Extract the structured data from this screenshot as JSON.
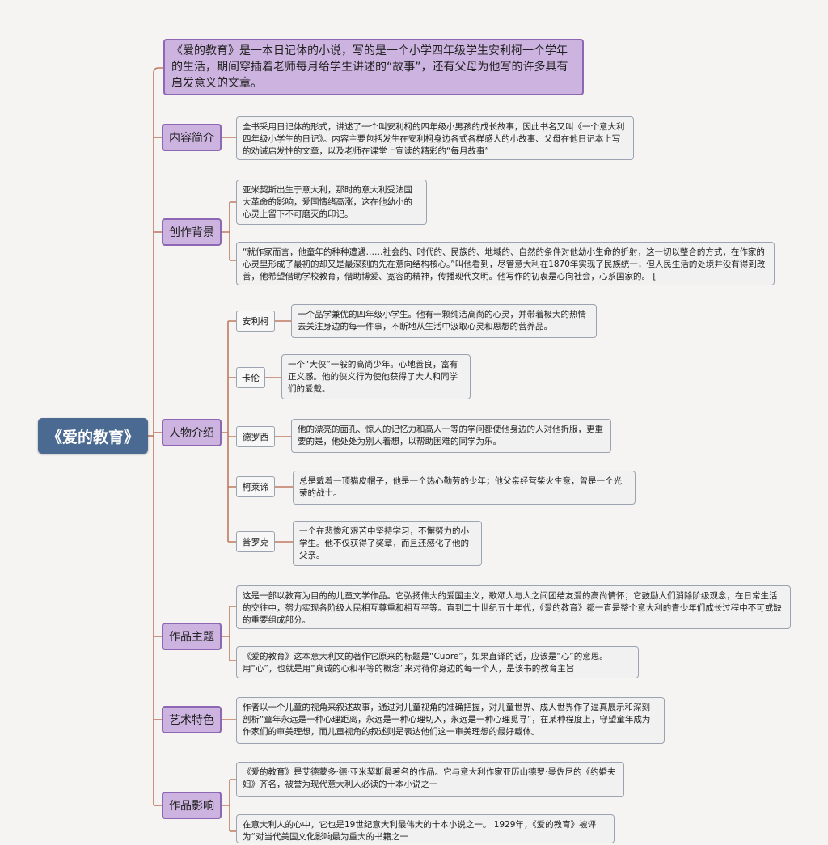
{
  "root": {
    "label": "《爱的教育》"
  },
  "intro": "《爱的教育》是一本日记体的小说，写的是一个小学四年级学生安利柯一个学年的生活，期间穿插着老师每月给学生讲述的“故事”，还有父母为他写的许多具有启发意义的文章。",
  "sections": {
    "summary": {
      "label": "内容简介",
      "text": "全书采用日记体的形式，讲述了一个叫安利柯的四年级小男孩的成长故事，因此书名又叫《一个意大利四年级小学生的日记》。内容主要包括发生在安利柯身边各式各样感人的小故事、父母在他日记本上写的劝诫启发性的文章，以及老师在课堂上宣读的精彩的“每月故事”"
    },
    "background": {
      "label": "创作背景",
      "text1": "亚米契斯出生于意大利，那时的意大利受法国大革命的影响，爱国情绪高涨，这在他幼小的心灵上留下不可磨灭的印记。",
      "text2": "“就作家而言，他童年的种种遭遇……社会的、时代的、民族的、地域的、自然的条件对他幼小生命的折射，这一切以整合的方式，在作家的心灵里形成了最初的却又是最深刻的先在意向结构核心。”叫他看到，尽管意大利在1870年实现了民族统一，但人民生活的处境并没有得到改善，他希望借助学校教育，借助博爱、宽容的精神，传播现代文明。他写作的初衷是心向社会，心系国家的。 ["
    },
    "characters": {
      "label": "人物介绍",
      "items": [
        {
          "name": "安利柯",
          "text": "一个品学兼优的四年级小学生。他有一颗纯洁高尚的心灵，并带着极大的热情去关注身边的每一件事，不断地从生活中汲取心灵和思想的营养品。"
        },
        {
          "name": "卡伦",
          "text": "一个“大侠”一般的高尚少年。心地善良，富有正义感。他的侠义行为使他获得了大人和同学们的爱戴。"
        },
        {
          "name": "德罗西",
          "text": "他的漂亮的面孔、惊人的记忆力和高人一等的学问都使他身边的人对他折服，更重要的是，他处处为别人着想，以帮助困难的同学为乐。"
        },
        {
          "name": "柯莱谛",
          "text": "总是戴着一顶猫皮帽子，他是一个热心勤劳的少年；他父亲经营柴火生意，曾是一个光荣的战士。"
        },
        {
          "name": "普罗克",
          "text": "一个在悲惨和艰苦中坚持学习，不懈努力的小学生。他不仅获得了奖章，而且还感化了他的父亲。"
        }
      ]
    },
    "theme": {
      "label": "作品主题",
      "text1": "这是一部以教育为目的的儿童文学作品。它弘扬伟大的爱国主义，歌颂人与人之间团结友爱的高尚情怀；它鼓励人们消除阶级观念，在日常生活的交往中，努力实现各阶级人民相互尊重和相互平等。直到二十世纪五十年代，《爱的教育》都一直是整个意大利的青少年们成长过程中不可或缺的重要组成部分。",
      "text2": "《爱的教育》这本意大利文的著作它原来的标题是“Cuore”，如果直译的话，应该是“心”的意思。用“心”，也就是用“真诚的心和平等的概念”来对待你身边的每一个人，是该书的教育主旨"
    },
    "art": {
      "label": "艺术特色",
      "text": "作者以一个儿童的视角来叙述故事，通过对儿童视角的准确把握，对儿童世界、成人世界作了逼真展示和深刻剖析“童年永远是一种心理距离，永远是一种心理切入，永远是一种心理觅寻”，在某种程度上，守望童年成为作家们的审美理想，而儿童视角的叙述则是表达他们这一审美理想的最好载体。"
    },
    "influence": {
      "label": "作品影响",
      "text1": "《爱的教育》是艾德蒙多·德·亚米契斯最著名的作品。它与意大利作家亚历山德罗·曼佐尼的《约婚夫妇》齐名，被誉为现代意大利人必读的十本小说之一",
      "text2": "在意大利人的心中，它也是19世纪意大利最伟大的十本小说之一。 1929年，《爱的教育》被评为“对当代美国文化影响最为重大的书籍之一"
    }
  },
  "colors": {
    "root_bg": "#4b6a91",
    "category_bg": "#cdb3df",
    "category_border": "#8d67b3",
    "connector": "#c07a60",
    "leaf_bg": "#f1f1f1"
  }
}
